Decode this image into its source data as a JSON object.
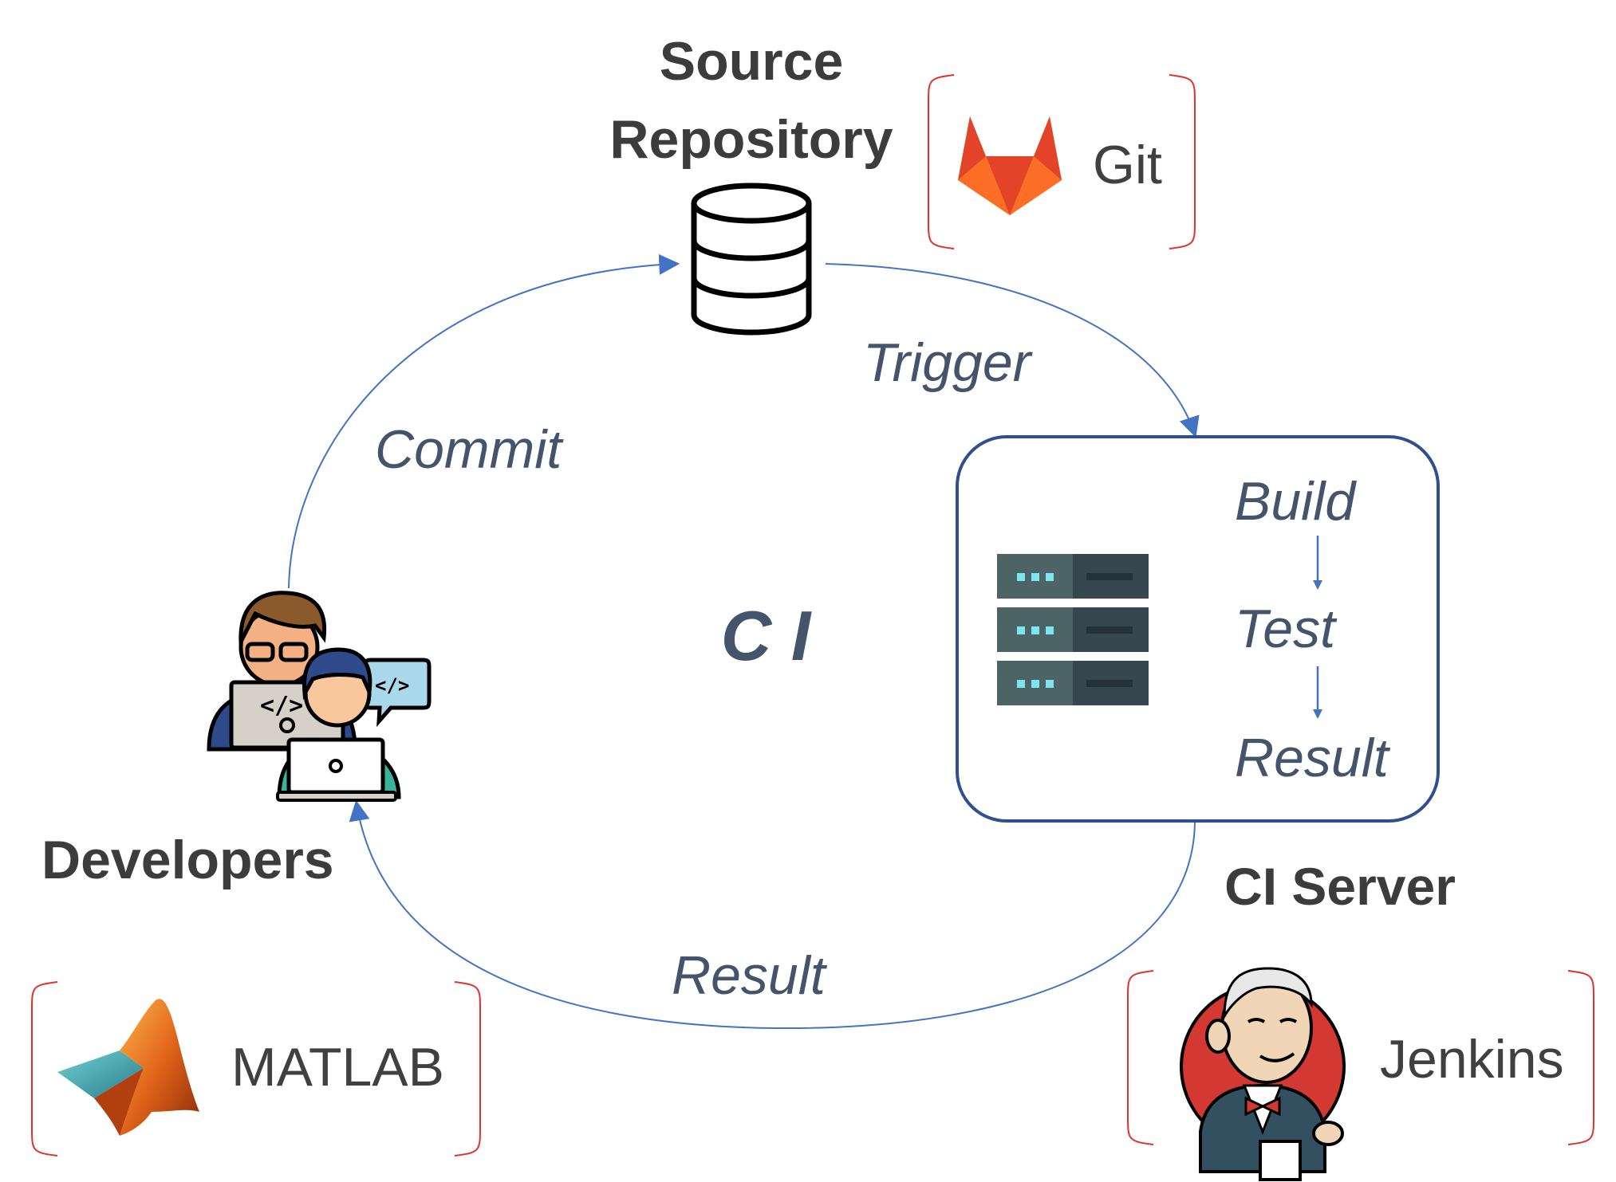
{
  "nodes": {
    "source_repository_line1": "Source",
    "source_repository_line2": "Repository",
    "developers": "Developers",
    "ci_server": "CI Server",
    "center": "C I"
  },
  "edges": {
    "commit": "Commit",
    "trigger": "Trigger",
    "result": "Result"
  },
  "pipeline": {
    "steps": [
      "Build",
      "Test",
      "Result"
    ]
  },
  "tools": {
    "git": "Git",
    "matlab": "MATLAB",
    "jenkins": "Jenkins"
  },
  "icons": {
    "repository": "database-icon",
    "developers": "developers-icon",
    "server": "server-rack-icon",
    "git": "gitlab-logo",
    "matlab": "matlab-logo",
    "jenkins": "jenkins-logo"
  },
  "colors": {
    "arrow": "#4472c4",
    "box_border": "#2f4f8f",
    "bracket": "#e03030",
    "italic_text": "#44546a",
    "bold_text": "#3c3c3c"
  }
}
